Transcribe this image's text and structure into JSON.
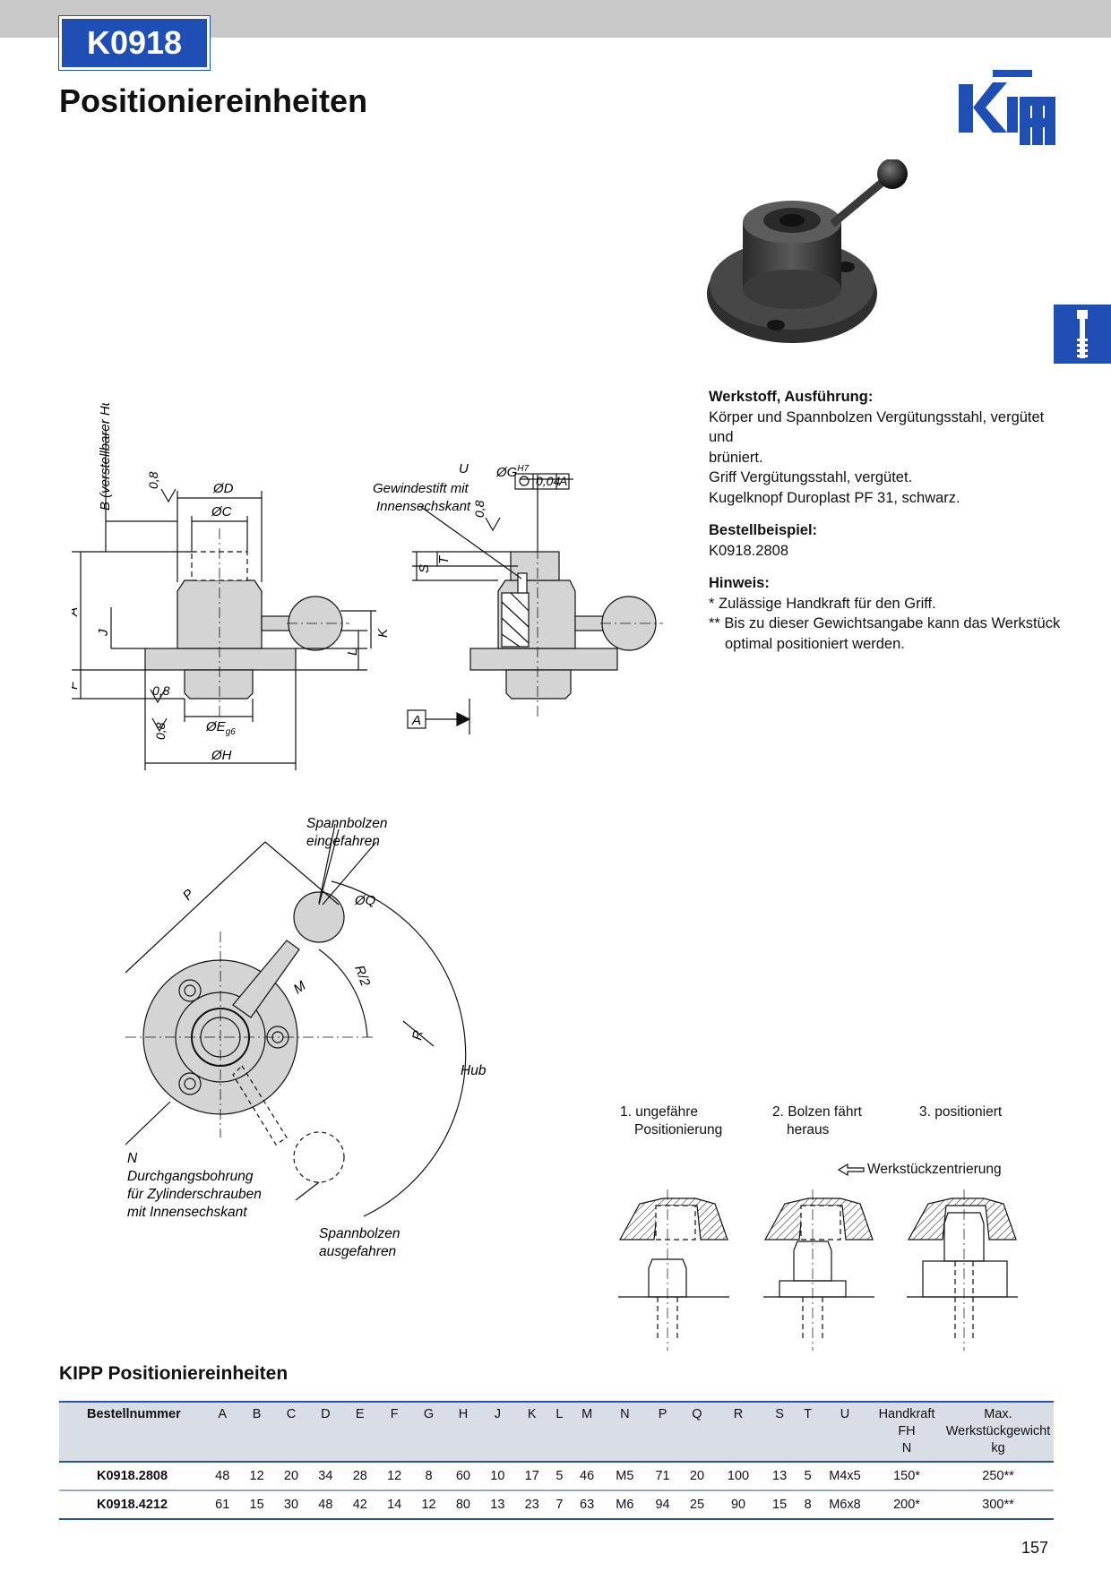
{
  "header": {
    "code": "K0918",
    "title": "Positioniereinheiten",
    "brand_color": "#1f4fb4",
    "logo_icon": "kipp-logo"
  },
  "info": {
    "material_heading": "Werkstoff, Ausführung:",
    "material_lines": [
      "Körper und Spannbolzen Vergütungsstahl, vergütet und",
      "brüniert.",
      "Griff Vergütungsstahl, vergütet.",
      "Kugelknopf Duroplast PF 31, schwarz."
    ],
    "order_heading": "Bestellbeispiel:",
    "order_example": "K0918.2808",
    "note_heading": "Hinweis:",
    "note_lines": [
      "* Zulässige Handkraft für den Griff.",
      "** Bis zu dieser Gewichtsangabe kann das Werkstück",
      "optimal positioniert werden."
    ]
  },
  "drawing_labels": {
    "b_label": "B (verstellbarer Hub)",
    "od": "ØD",
    "oc": "ØC",
    "oe": "ØE",
    "oe_sub": "g6",
    "oh": "ØH",
    "og": "ØG",
    "og_sup": "H7",
    "roughness": "0,8",
    "a": "A",
    "f": "F",
    "j": "J",
    "k": "K",
    "l": "L",
    "s": "S",
    "t": "T",
    "u": "U",
    "u_line1": "Gewindestift mit",
    "u_line2": "Innensechskant",
    "tolerance_value": "0,04",
    "tolerance_ref": "A",
    "datum": "A",
    "spann_in_1": "Spannbolzen",
    "spann_in_2": "eingefahren",
    "spann_out_1": "Spannbolzen",
    "spann_out_2": "ausgefahren",
    "p": "P",
    "oq": "ØQ",
    "r2": "R/2",
    "m": "M",
    "r": "R",
    "hub": "Hub",
    "n": "N",
    "n_line1": "Durchgangsbohrung",
    "n_line2": "für Zylinderschrauben",
    "n_line3": "mit Innensechskant"
  },
  "steps": {
    "s1_line1": "1. ungefähre",
    "s1_line2": "Positionierung",
    "s2_line1": "2. Bolzen fährt",
    "s2_line2": "heraus",
    "s3": "3. positioniert",
    "centering": "Werkstückzentrierung"
  },
  "table": {
    "title": "KIPP Positioniereinheiten",
    "headers": [
      "Bestellnummer",
      "A",
      "B",
      "C",
      "D",
      "E",
      "F",
      "G",
      "H",
      "J",
      "K",
      "L",
      "M",
      "N",
      "P",
      "Q",
      "R",
      "S",
      "T",
      "U"
    ],
    "handkraft": [
      "Handkraft",
      "FH",
      "N"
    ],
    "gewicht": [
      "Max.",
      "Werkstückgewicht",
      "kg"
    ],
    "rows": [
      [
        "K0918.2808",
        "48",
        "12",
        "20",
        "34",
        "28",
        "12",
        "8",
        "60",
        "10",
        "17",
        "5",
        "46",
        "M5",
        "71",
        "20",
        "100",
        "13",
        "5",
        "M4x5",
        "150*",
        "250**"
      ],
      [
        "K0918.4212",
        "61",
        "15",
        "30",
        "48",
        "42",
        "14",
        "12",
        "80",
        "13",
        "23",
        "7",
        "63",
        "M6",
        "94",
        "25",
        "90",
        "15",
        "8",
        "M6x8",
        "200*",
        "300**"
      ]
    ]
  },
  "page_number": "157"
}
